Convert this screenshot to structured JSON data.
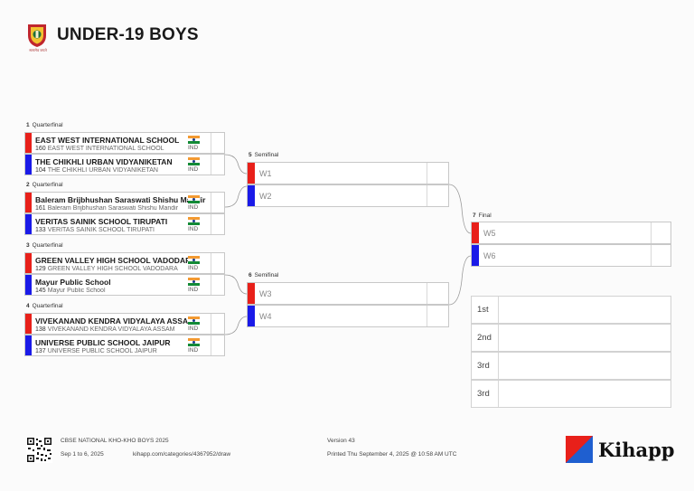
{
  "header": {
    "title": "UNDER-19 BOYS",
    "logo_caption": "सत्यमेव जयते"
  },
  "quarterfinals": [
    {
      "num": "1",
      "round": "Quarterfinal",
      "entries": [
        {
          "name": "EAST WEST INTERNATIONAL SCHOOL",
          "seed": "160",
          "sub": "EAST WEST INTERNATIONAL SCHOOL",
          "country": "IND",
          "color": "#e8201a"
        },
        {
          "name": "THE CHIKHLI URBAN VIDYANIKETAN",
          "seed": "104",
          "sub": "THE CHIKHLI URBAN VIDYANIKETAN",
          "country": "IND",
          "color": "#1a1ae8"
        }
      ]
    },
    {
      "num": "2",
      "round": "Quarterfinal",
      "entries": [
        {
          "name": "Baleram Brijbhushan Saraswati Shishu Mandir",
          "seed": "161",
          "sub": "Baleram Brijbhushan Saraswati Shishu Mandir",
          "country": "IND",
          "color": "#e8201a"
        },
        {
          "name": "VERITAS SAINIK SCHOOL TIRUPATI",
          "seed": "133",
          "sub": "VERITAS SAINIK SCHOOL TIRUPATI",
          "country": "IND",
          "color": "#1a1ae8"
        }
      ]
    },
    {
      "num": "3",
      "round": "Quarterfinal",
      "entries": [
        {
          "name": "GREEN VALLEY HIGH SCHOOL VADODARA",
          "seed": "129",
          "sub": "GREEN VALLEY HIGH SCHOOL VADODARA",
          "country": "IND",
          "color": "#e8201a"
        },
        {
          "name": "Mayur Public School",
          "seed": "145",
          "sub": "Mayur Public School",
          "country": "IND",
          "color": "#1a1ae8"
        }
      ]
    },
    {
      "num": "4",
      "round": "Quarterfinal",
      "entries": [
        {
          "name": "VIVEKANAND KENDRA VIDYALAYA ASSAM",
          "seed": "138",
          "sub": "VIVEKANAND KENDRA VIDYALAYA ASSAM",
          "country": "IND",
          "color": "#e8201a"
        },
        {
          "name": "UNIVERSE PUBLIC SCHOOL JAIPUR",
          "seed": "137",
          "sub": "UNIVERSE PUBLIC SCHOOL JAIPUR",
          "country": "IND",
          "color": "#1a1ae8"
        }
      ]
    }
  ],
  "semifinals": [
    {
      "num": "5",
      "round": "Semifinal",
      "slots": [
        {
          "label": "W1",
          "color": "#e8201a"
        },
        {
          "label": "W2",
          "color": "#1a1ae8"
        }
      ]
    },
    {
      "num": "6",
      "round": "Semifinal",
      "slots": [
        {
          "label": "W3",
          "color": "#e8201a"
        },
        {
          "label": "W4",
          "color": "#1a1ae8"
        }
      ]
    }
  ],
  "final": {
    "num": "7",
    "round": "Final",
    "slots": [
      {
        "label": "W5",
        "color": "#e8201a"
      },
      {
        "label": "W6",
        "color": "#1a1ae8"
      }
    ]
  },
  "placings": [
    "1st",
    "2nd",
    "3rd",
    "3rd"
  ],
  "footer": {
    "event": "CBSE NATIONAL KHO-KHO BOYS 2025",
    "dates": "Sep 1 to 6, 2025",
    "url": "kihapp.com/categories/4367952/draw",
    "version": "Version 43",
    "printed": "Printed Thu September 4, 2025 @ 10:58 AM UTC",
    "brand": "Kihapp"
  }
}
